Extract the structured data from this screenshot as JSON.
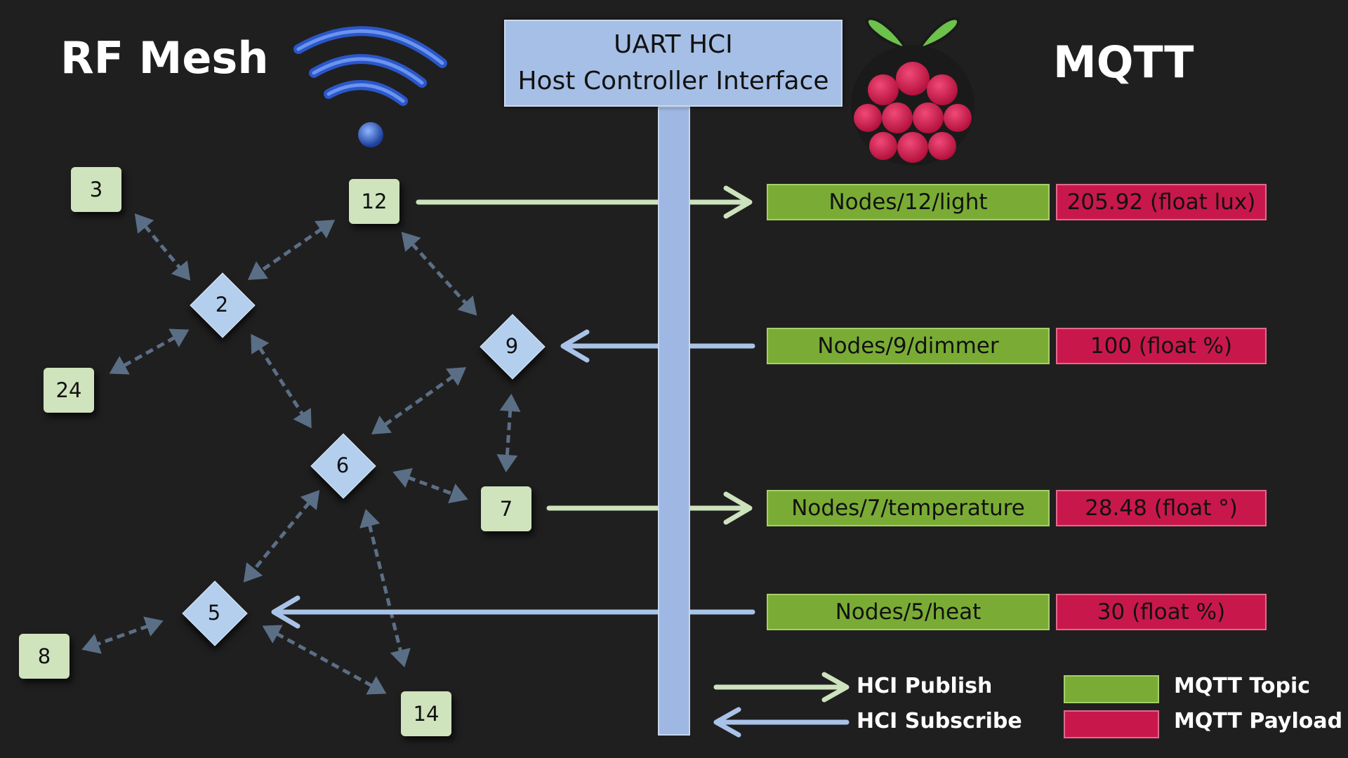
{
  "titles": {
    "left": "RF Mesh",
    "right": "MQTT"
  },
  "uart": {
    "line1": "UART HCI",
    "line2": "Host Controller Interface"
  },
  "nodes": {
    "n3": "3",
    "n12": "12",
    "n2": "2",
    "n24": "24",
    "n9": "9",
    "n6": "6",
    "n7": "7",
    "n5": "5",
    "n8": "8",
    "n14": "14"
  },
  "messages": [
    {
      "topic": "Nodes/12/light",
      "payload": "205.92 (float lux)",
      "direction": "publish"
    },
    {
      "topic": "Nodes/9/dimmer",
      "payload": "100 (float %)",
      "direction": "subscribe"
    },
    {
      "topic": "Nodes/7/temperature",
      "payload": "28.48 (float °)",
      "direction": "publish"
    },
    {
      "topic": "Nodes/5/heat",
      "payload": "30 (float %)",
      "direction": "subscribe"
    }
  ],
  "legend": {
    "publish": "HCI Publish",
    "subscribe": "HCI Subscribe",
    "topic": "MQTT Topic",
    "payload": "MQTT Payload"
  },
  "colors": {
    "background": "#201f1f",
    "publish": "#cde3bd",
    "subscribe": "#a9c3e8",
    "topic": "#7aac35",
    "payload": "#c8184b",
    "mesh_link": "#5a6f86"
  },
  "icons": {
    "wireless": "wifi-signal-icon",
    "board": "raspberry-pi-logo-icon"
  }
}
